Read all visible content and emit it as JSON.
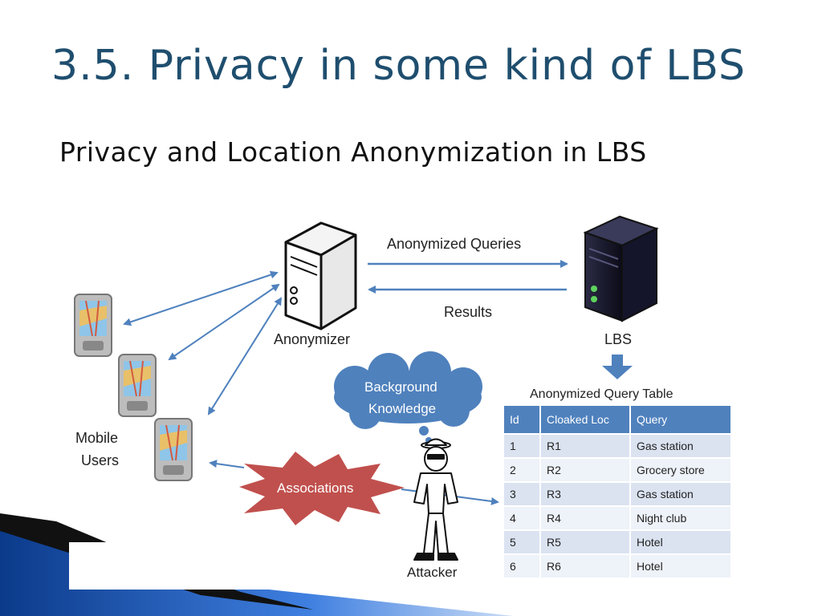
{
  "slide": {
    "title": "3.5. Privacy in some kind of LBS",
    "subtitle": "Privacy and Location Anonymization in LBS"
  },
  "diagram": {
    "anonymizer_label": "Anonymizer",
    "lbs_label": "LBS",
    "anonymized_queries_label": "Anonymized Queries",
    "results_label": "Results",
    "mobile_users_label_line1": "Mobile",
    "mobile_users_label_line2": "Users",
    "background_knowledge_line1": "Background",
    "background_knowledge_line2": "Knowledge",
    "associations_label": "Associations",
    "attacker_label": "Attacker",
    "table_title": "Anonymized Query Table"
  },
  "table": {
    "headers": [
      "Id",
      "Cloaked Loc",
      "Query"
    ],
    "rows": [
      [
        "1",
        "R1",
        "Gas station"
      ],
      [
        "2",
        "R2",
        "Grocery store"
      ],
      [
        "3",
        "R3",
        "Gas station"
      ],
      [
        "4",
        "R4",
        "Night club"
      ],
      [
        "5",
        "R5",
        "Hotel"
      ],
      [
        "6",
        "R6",
        "Hotel"
      ]
    ]
  },
  "colors": {
    "title": "#1f4e6e",
    "arrow": "#4f81bd",
    "table_header": "#4f81bd",
    "cloud": "#4f81bd",
    "burst": "#c0504d",
    "lbs_server": "#1a1a2e"
  }
}
